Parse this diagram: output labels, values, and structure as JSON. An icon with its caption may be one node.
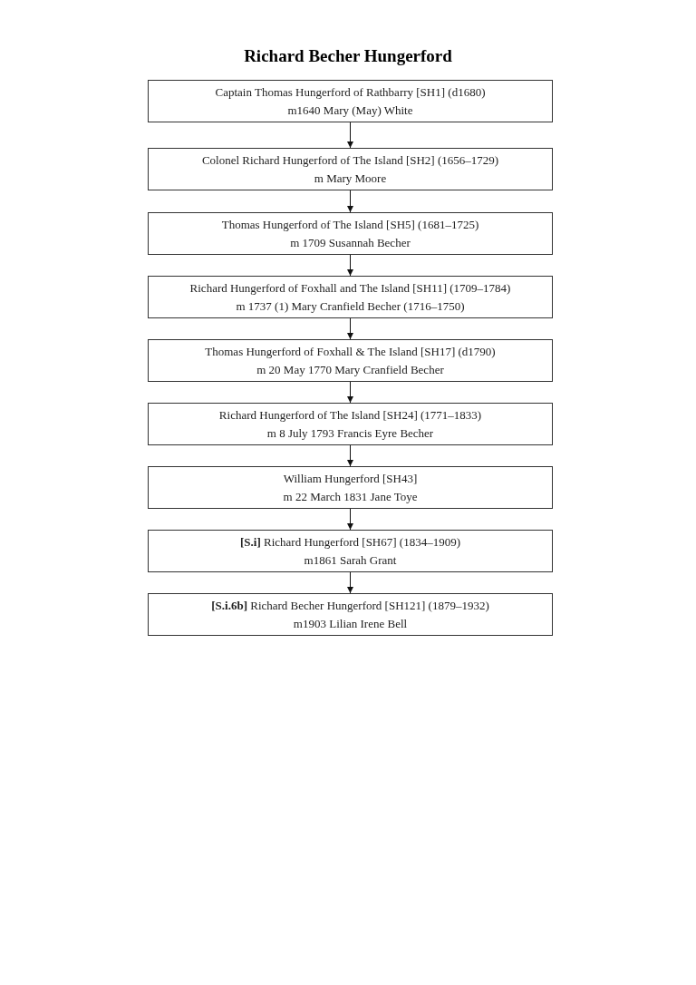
{
  "diagram": {
    "title": "Richard Becher Hungerford",
    "nodes": [
      {
        "text": [
          "Captain Thomas Hungerford of Rathbarry [SH1] (d1680)",
          "m1640 Mary (May) White"
        ]
      },
      {
        "text": [
          "Colonel Richard Hungerford of The Island [SH2] (1656–1729)",
          "m Mary Moore"
        ]
      },
      {
        "text": [
          "Thomas Hungerford of The Island [SH5] (1681–1725)",
          "m 1709 Susannah Becher"
        ]
      },
      {
        "text": [
          "Richard Hungerford of Foxhall and The Island [SH11] (1709–1784)",
          "m 1737 (1) Mary Cranfield Becher (1716–1750)"
        ]
      },
      {
        "text": [
          "Thomas Hungerford of Foxhall & The Island [SH17] (d1790)",
          "m 20 May 1770 Mary Cranfield Becher"
        ]
      },
      {
        "text": [
          "Richard Hungerford of The Island [SH24] (1771–1833)",
          "m 8 July 1793 Francis Eyre Becher"
        ]
      },
      {
        "text": [
          "William Hungerford [SH43]",
          "m 22 March 1831 Jane Toye"
        ]
      },
      {
        "text": [
          "**[S.i]** Richard Hungerford [SH67] (1834–1909)",
          "m1861 Sarah Grant"
        ]
      },
      {
        "text": [
          "**[S.i.6b]** Richard Becher Hungerford [SH121] (1879–1932)",
          "m1903 Lilian Irene Bell"
        ]
      }
    ],
    "edges": [
      {
        "from": 0,
        "to": 1,
        "arrow": "to"
      },
      {
        "from": 1,
        "to": 2,
        "arrow": "to"
      },
      {
        "from": 2,
        "to": 3,
        "arrow": "to"
      },
      {
        "from": 3,
        "to": 4,
        "arrow": "to"
      },
      {
        "from": 4,
        "to": 5,
        "arrow": "to"
      },
      {
        "from": 5,
        "to": 6,
        "arrow": "to"
      },
      {
        "from": 6,
        "to": 7,
        "arrow": "to"
      },
      {
        "from": 7,
        "to": 8,
        "arrow": "to"
      }
    ]
  }
}
